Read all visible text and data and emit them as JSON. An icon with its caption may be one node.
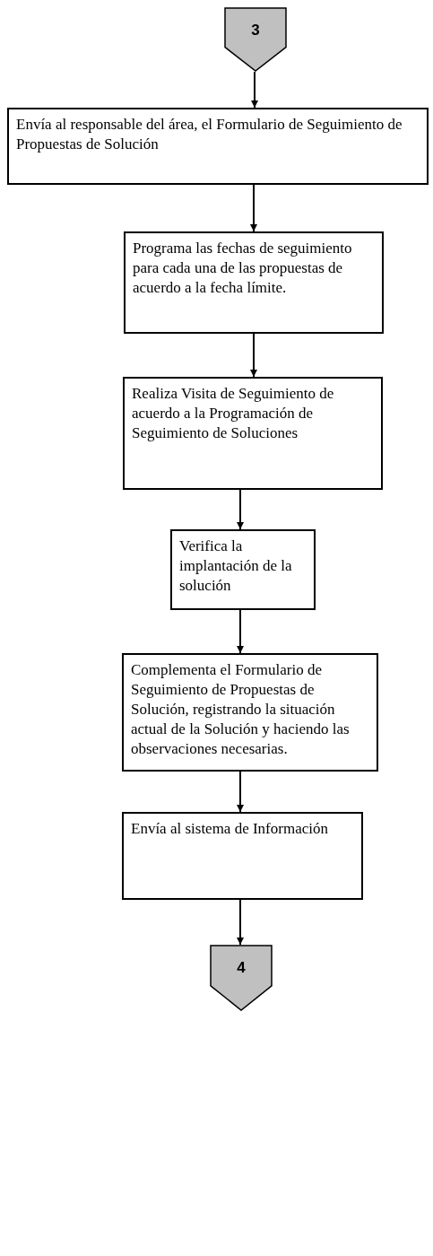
{
  "diagram": {
    "nodes": [
      {
        "text": [
          "3"
        ]
      },
      {
        "text": [
          "Envía al responsable del área, el Formulario de Seguimiento de Propuestas de Solución"
        ]
      },
      {
        "text": [
          "Programa las fechas de seguimiento para cada una de las propuestas de acuerdo a la fecha límite."
        ]
      },
      {
        "text": [
          "Realiza Visita de Seguimiento de acuerdo a la Programación de Seguimiento de Soluciones"
        ]
      },
      {
        "text": [
          "Verifica la implantación de la solución"
        ]
      },
      {
        "text": [
          "Complementa el Formulario de Seguimiento de Propuestas de Solución, registrando la situación actual de la Solución y haciendo las observaciones necesarias."
        ]
      },
      {
        "text": [
          "Envía al sistema de Información"
        ]
      },
      {
        "text": [
          "4"
        ]
      }
    ],
    "edges": [
      {
        "from": 0,
        "to": 1,
        "arrow": "to"
      },
      {
        "from": 1,
        "to": 2,
        "arrow": "to"
      },
      {
        "from": 2,
        "to": 3,
        "arrow": "to"
      },
      {
        "from": 3,
        "to": 4,
        "arrow": "to"
      },
      {
        "from": 4,
        "to": 5,
        "arrow": "to"
      },
      {
        "from": 5,
        "to": 6,
        "arrow": "to"
      },
      {
        "from": 6,
        "to": 7,
        "arrow": "to"
      }
    ]
  }
}
